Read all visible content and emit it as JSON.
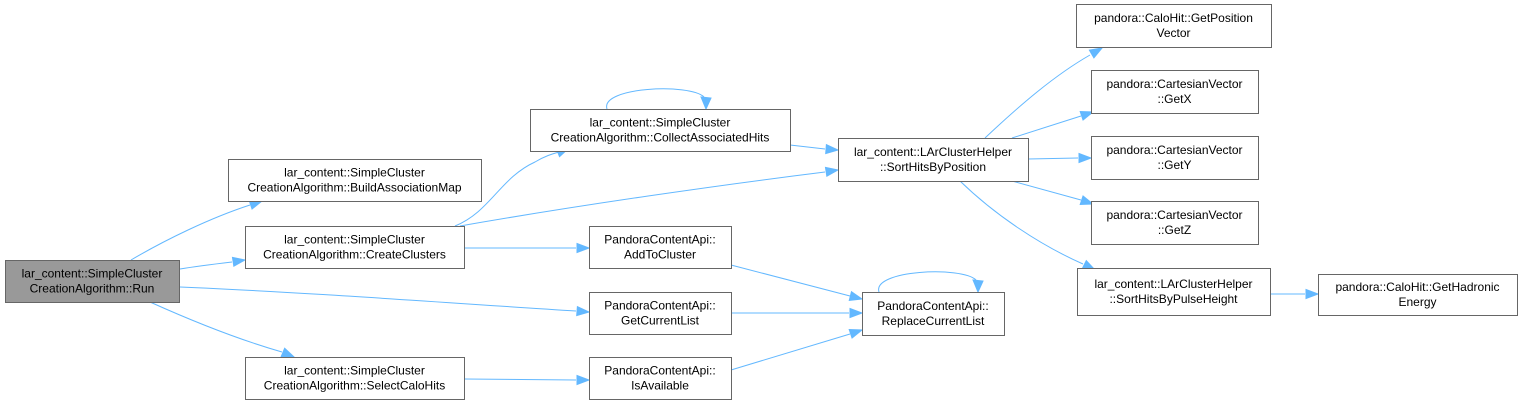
{
  "graph": {
    "colors": {
      "node_fill": "#ffffff",
      "root_fill": "#999999",
      "border": "#666666",
      "edge": "#63b8ff"
    },
    "nodes": {
      "run": {
        "lines": [
          "lar_content::SimpleCluster",
          "CreationAlgorithm::Run"
        ]
      },
      "buildAssoc": {
        "lines": [
          "lar_content::SimpleCluster",
          "CreationAlgorithm::BuildAssociationMap"
        ]
      },
      "createClusters": {
        "lines": [
          "lar_content::SimpleCluster",
          "CreationAlgorithm::CreateClusters"
        ]
      },
      "selectCalo": {
        "lines": [
          "lar_content::SimpleCluster",
          "CreationAlgorithm::SelectCaloHits"
        ]
      },
      "collectHits": {
        "lines": [
          "lar_content::SimpleCluster",
          "CreationAlgorithm::CollectAssociatedHits"
        ]
      },
      "addToCluster": {
        "lines": [
          "PandoraContentApi::",
          "AddToCluster"
        ]
      },
      "getCurrentList": {
        "lines": [
          "PandoraContentApi::",
          "GetCurrentList"
        ]
      },
      "isAvailable": {
        "lines": [
          "PandoraContentApi::",
          "IsAvailable"
        ]
      },
      "sortByPos": {
        "lines": [
          "lar_content::LArClusterHelper",
          "::SortHitsByPosition"
        ]
      },
      "replaceList": {
        "lines": [
          "PandoraContentApi::",
          "ReplaceCurrentList"
        ]
      },
      "getPosVec": {
        "lines": [
          "pandora::CaloHit::GetPosition",
          "Vector"
        ]
      },
      "getX": {
        "lines": [
          "pandora::CartesianVector",
          "::GetX"
        ]
      },
      "getY": {
        "lines": [
          "pandora::CartesianVector",
          "::GetY"
        ]
      },
      "getZ": {
        "lines": [
          "pandora::CartesianVector",
          "::GetZ"
        ]
      },
      "sortByPulse": {
        "lines": [
          "lar_content::LArClusterHelper",
          "::SortHitsByPulseHeight"
        ]
      },
      "getHadronic": {
        "lines": [
          "pandora::CaloHit::GetHadronic",
          "Energy"
        ]
      }
    }
  }
}
